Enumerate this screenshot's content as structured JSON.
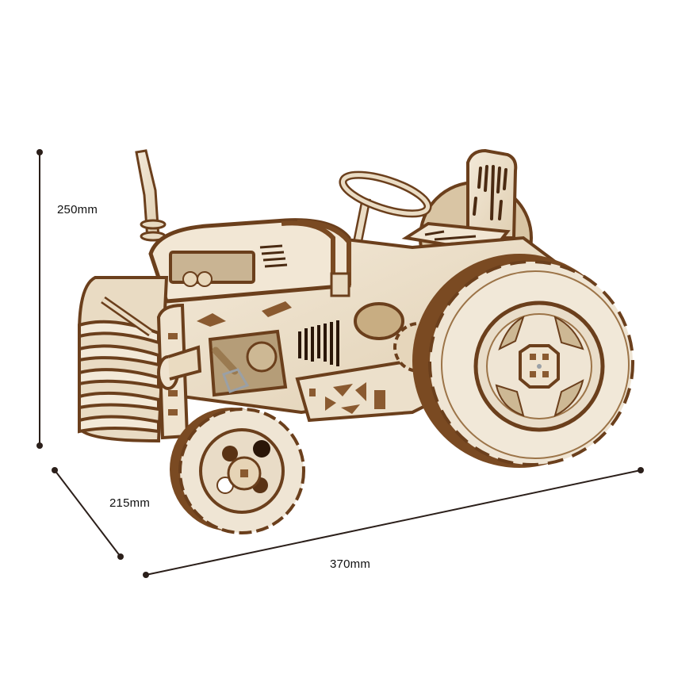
{
  "image": {
    "subject": "wooden mechanical tractor model kit",
    "background_color": "#ffffff",
    "colors": {
      "plywood_light": "#efe4d2",
      "plywood_mid": "#e2d2b8",
      "burnt_edge": "#7a4a22",
      "burnt_edge_dark": "#5a3315",
      "shadow": "#c9b493",
      "dimension_line": "#2b1f1a"
    }
  },
  "dimensions": {
    "height": {
      "label": "250mm",
      "value": 250,
      "unit": "mm"
    },
    "depth": {
      "label": "215mm",
      "value": 215,
      "unit": "mm"
    },
    "length": {
      "label": "370mm",
      "value": 370,
      "unit": "mm"
    }
  }
}
